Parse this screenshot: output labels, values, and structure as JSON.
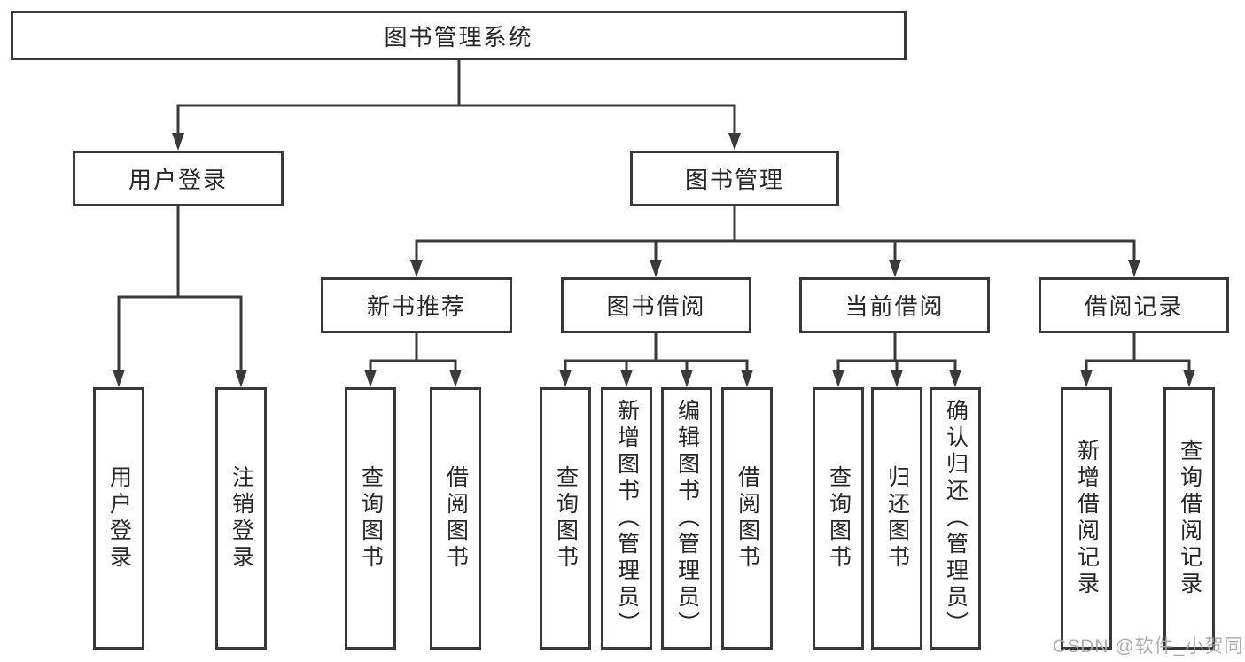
{
  "diagram": {
    "root": {
      "label": "图书管理系统"
    },
    "branches": [
      {
        "label": "用户登录",
        "children": [
          {
            "label": "用户登录"
          },
          {
            "label": "注销登录"
          }
        ]
      },
      {
        "label": "图书管理",
        "children": [
          {
            "label": "新书推荐",
            "children": [
              {
                "label": "查询图书"
              },
              {
                "label": "借阅图书"
              }
            ]
          },
          {
            "label": "图书借阅",
            "children": [
              {
                "label": "查询图书"
              },
              {
                "label": "新增图书（管理员）"
              },
              {
                "label": "编辑图书（管理员）"
              },
              {
                "label": "借阅图书"
              }
            ]
          },
          {
            "label": "当前借阅",
            "children": [
              {
                "label": "查询图书"
              },
              {
                "label": "归还图书"
              },
              {
                "label": "确认归还（管理员）"
              }
            ]
          },
          {
            "label": "借阅记录",
            "children": [
              {
                "label": "新增借阅记录"
              },
              {
                "label": "查询借阅记录"
              }
            ]
          }
        ]
      }
    ]
  },
  "watermark": {
    "text": "CSDN @软件_小贺同学"
  },
  "colors": {
    "line": "#3a3a3a",
    "box_border": "#383838",
    "text": "#262626",
    "watermark": "#a5a5a5",
    "background": "#ffffff"
  }
}
